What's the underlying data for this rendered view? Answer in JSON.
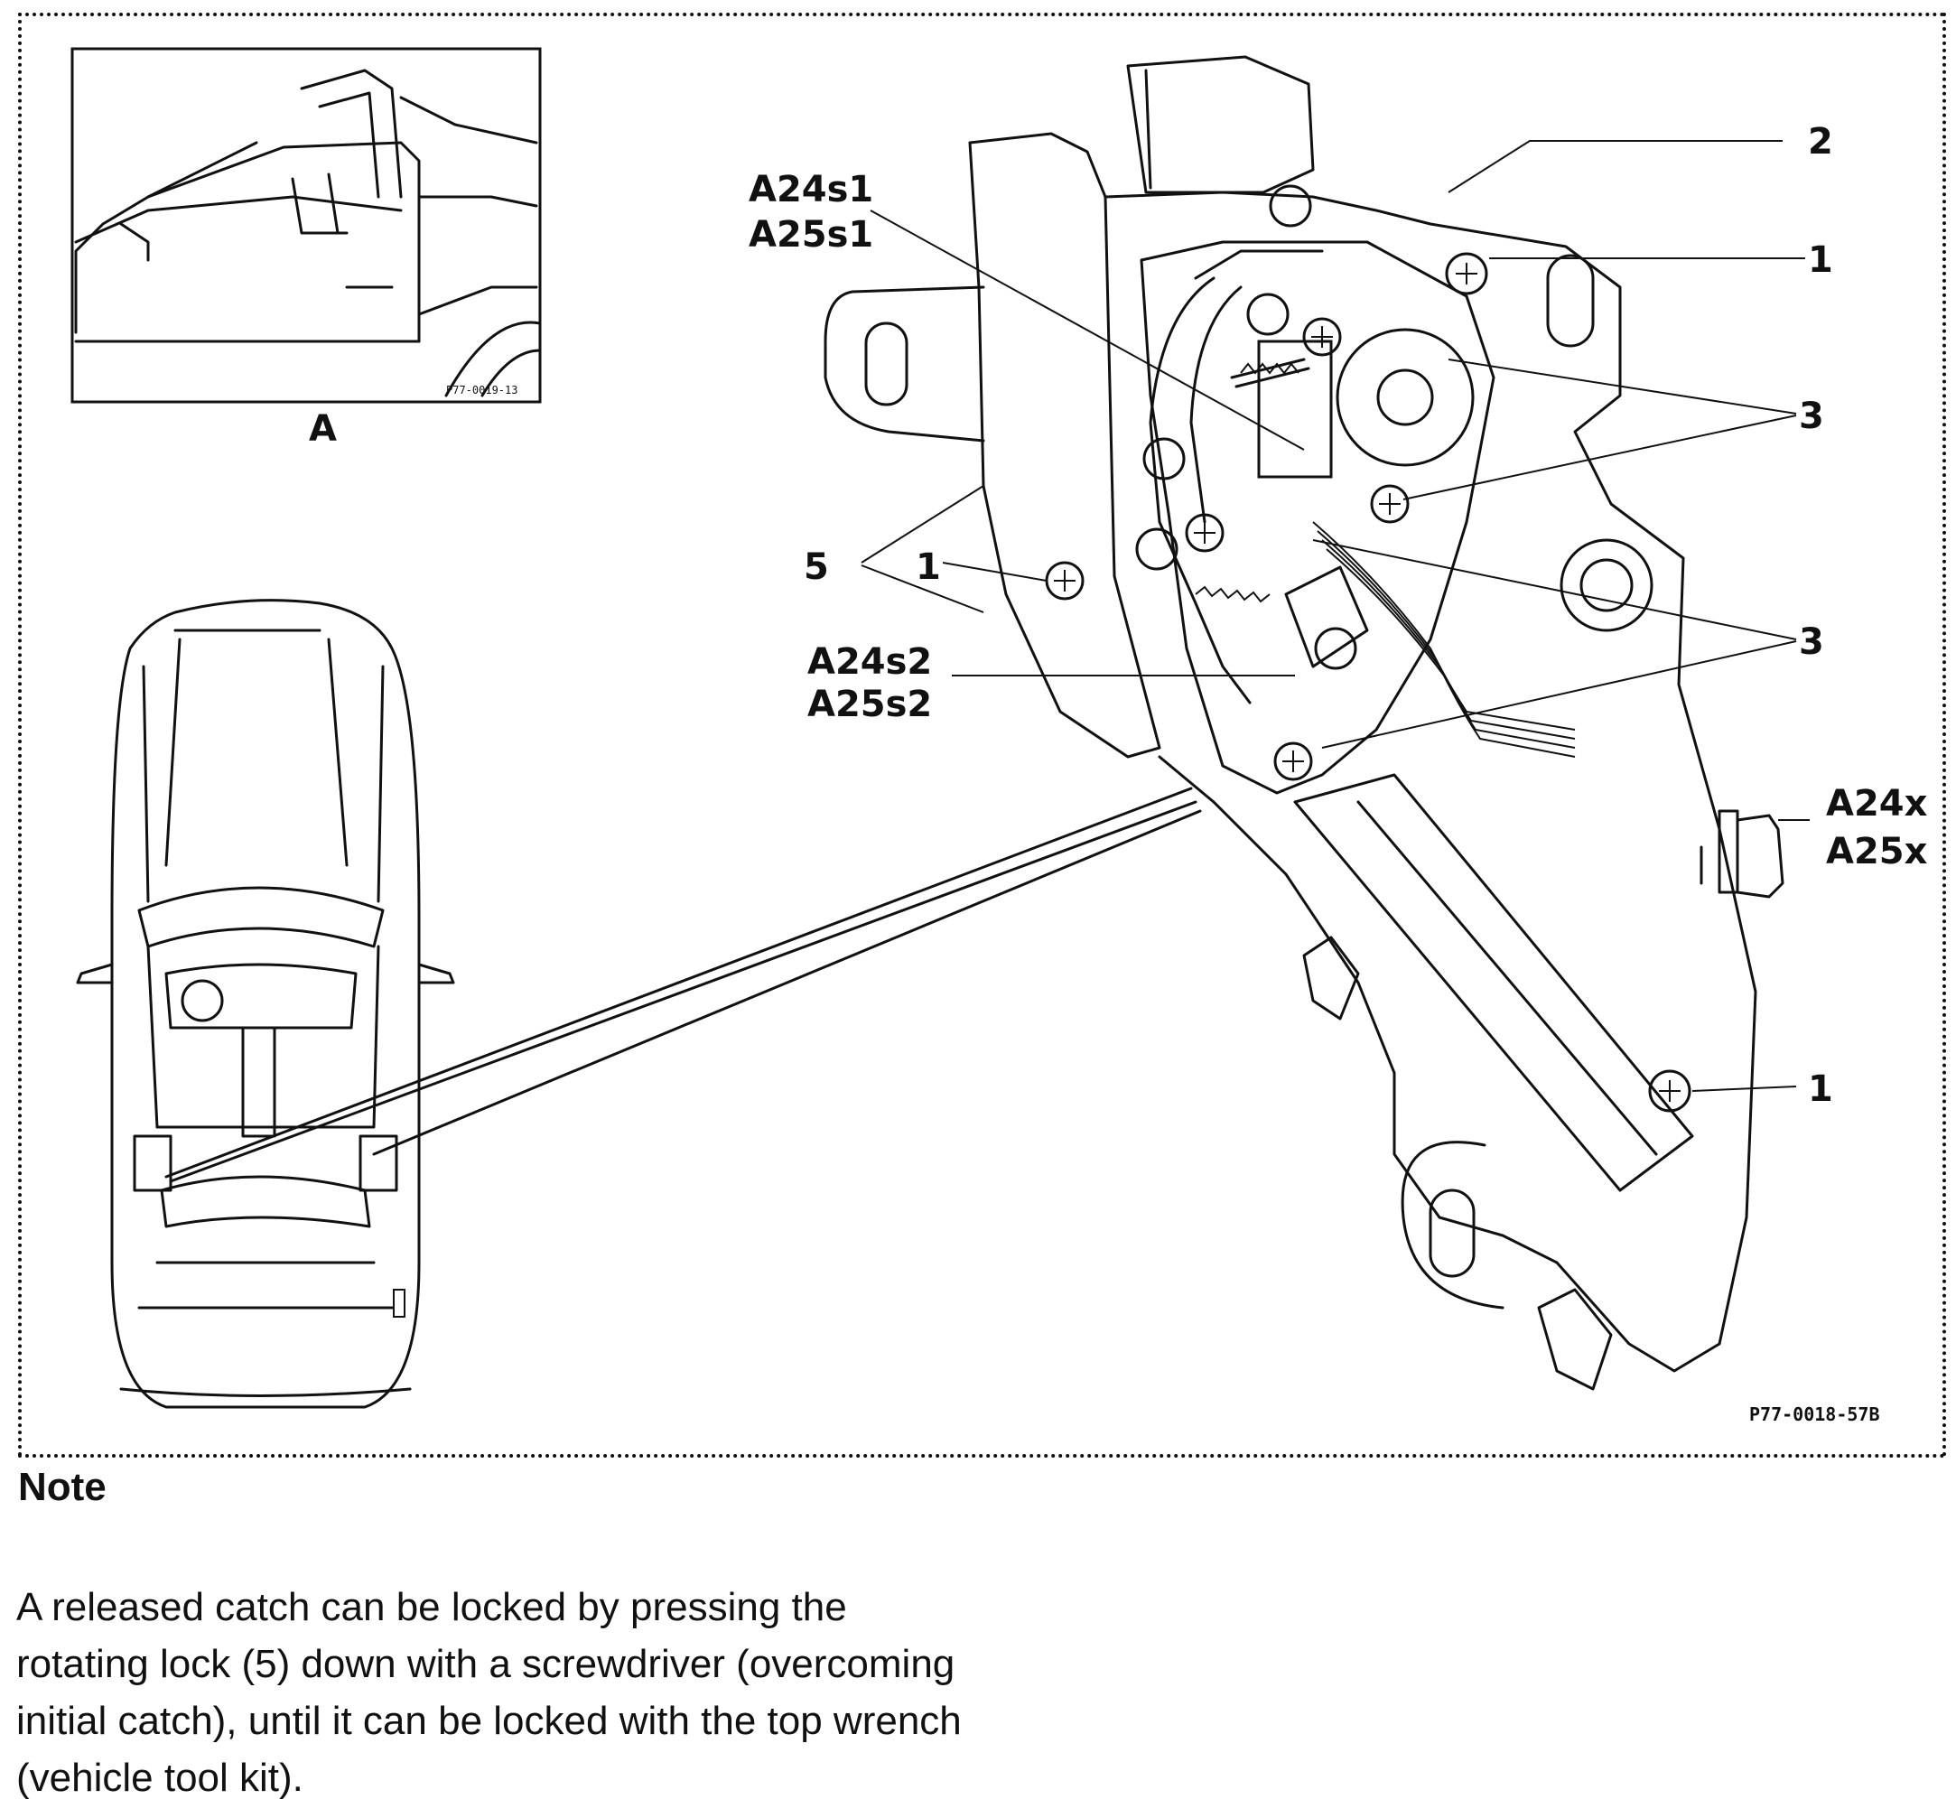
{
  "figure": {
    "inset_label": "A",
    "inset_code": "P77-0019-13",
    "figure_code": "P77-0018-57B",
    "callouts": {
      "c2": "2",
      "c1_top": "1",
      "c3_top": "3",
      "c3_mid": "3",
      "c1_bottom": "1",
      "c5": "5",
      "c1_left": "1",
      "a24s1": "A24s1",
      "a25s1": "A25s1",
      "a24s2": "A24s2",
      "a25s2": "A25s2",
      "a24x": "A24x",
      "a25x": "A25x"
    }
  },
  "note": {
    "heading": "Note",
    "body": "A released catch can be locked by pressing the rotating lock (5) down with a screwdriver (overcoming initial catch), until it can be locked with the top wrench (vehicle tool kit)."
  }
}
